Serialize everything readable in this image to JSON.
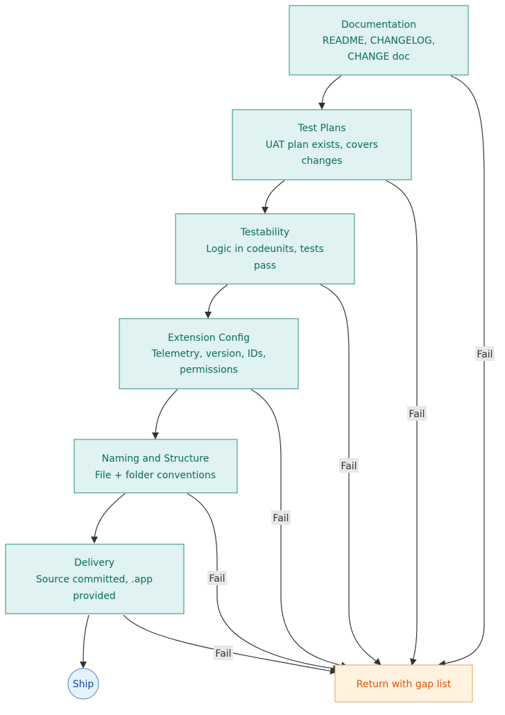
{
  "colors": {
    "step_fill": "#e0f2f1",
    "step_stroke": "#2a8c7e",
    "step_text": "#0b6b5c",
    "ship_fill": "#e3f2fd",
    "ship_stroke": "#4a86c5",
    "ship_text": "#0d47a1",
    "return_fill": "#fff3e0",
    "return_stroke": "#f0a04b",
    "return_text": "#e65100",
    "edge": "#333333",
    "edge_label_bg": "#e8e8e8"
  },
  "nodes": {
    "documentation": {
      "lines": [
        "Documentation",
        "README, CHANGELOG,",
        "CHANGE doc"
      ]
    },
    "test_plans": {
      "lines": [
        "Test Plans",
        "UAT plan exists, covers",
        "changes"
      ]
    },
    "testability": {
      "lines": [
        "Testability",
        "Logic in codeunits, tests",
        "pass"
      ]
    },
    "extension_config": {
      "lines": [
        "Extension Config",
        "Telemetry, version, IDs,",
        "permissions"
      ]
    },
    "naming_structure": {
      "lines": [
        "Naming and Structure",
        "File + folder conventions"
      ]
    },
    "delivery": {
      "lines": [
        "Delivery",
        "Source committed, .app",
        "provided"
      ]
    },
    "ship": {
      "label": "Ship"
    },
    "return_gap": {
      "label": "Return with gap list"
    }
  },
  "edge_labels": {
    "fail": "Fail"
  }
}
